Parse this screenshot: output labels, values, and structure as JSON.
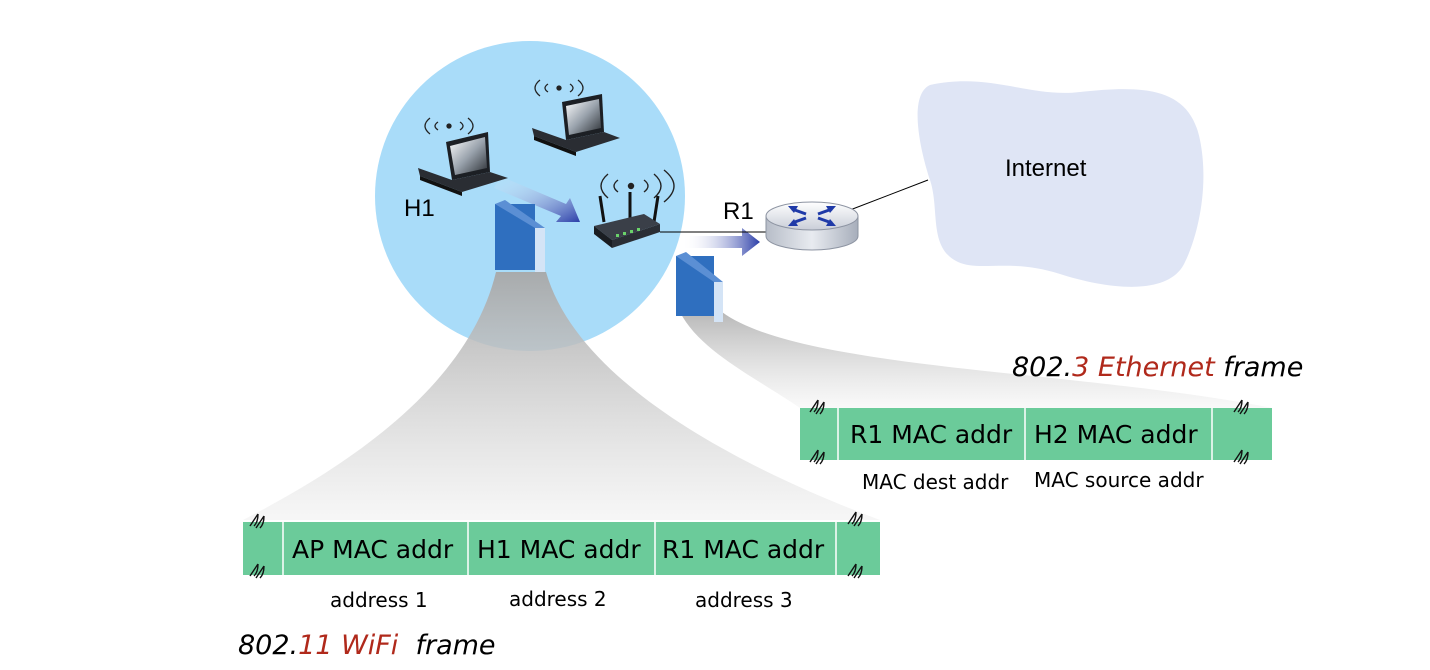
{
  "nodes": {
    "h1": "H1",
    "r1": "R1",
    "internet": "Internet"
  },
  "ethernet_frame": {
    "title_pre": "802.",
    "title_num": "3",
    "title_tech": " Ethernet",
    "title_post": " frame",
    "fields": [
      "R1 MAC addr",
      "H2 MAC addr"
    ],
    "captions": [
      "MAC dest addr",
      "MAC source addr"
    ]
  },
  "wifi_frame": {
    "title_pre": "802.",
    "title_num": "11",
    "title_tech": " WiFi",
    "title_post": "  frame",
    "fields": [
      "AP MAC addr",
      "H1 MAC addr",
      "R1 MAC addr"
    ],
    "captions": [
      "address 1",
      "address 2",
      "address 3"
    ]
  },
  "colors": {
    "bss_circle": "#a9dcf9",
    "cloud": "#dfe5f5",
    "frame_field": "#6bcb9a",
    "accent_red": "#b0291b",
    "packet_blue": "#2f6fbf"
  }
}
